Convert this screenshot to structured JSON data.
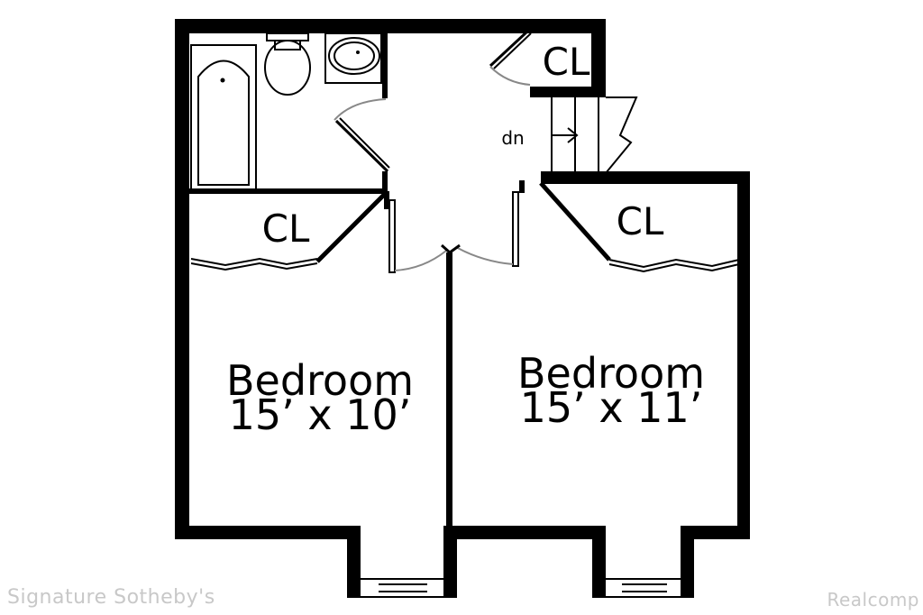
{
  "rooms": [
    {
      "name": "Bedroom",
      "size": "15’ x 10’"
    },
    {
      "name": "Bedroom",
      "size": "15’ x 11’"
    }
  ],
  "closets": [
    "CL",
    "CL",
    "CL"
  ],
  "stair_label": "dn",
  "watermarks": {
    "left": "Signature Sotheby's",
    "right": "Realcomp"
  }
}
